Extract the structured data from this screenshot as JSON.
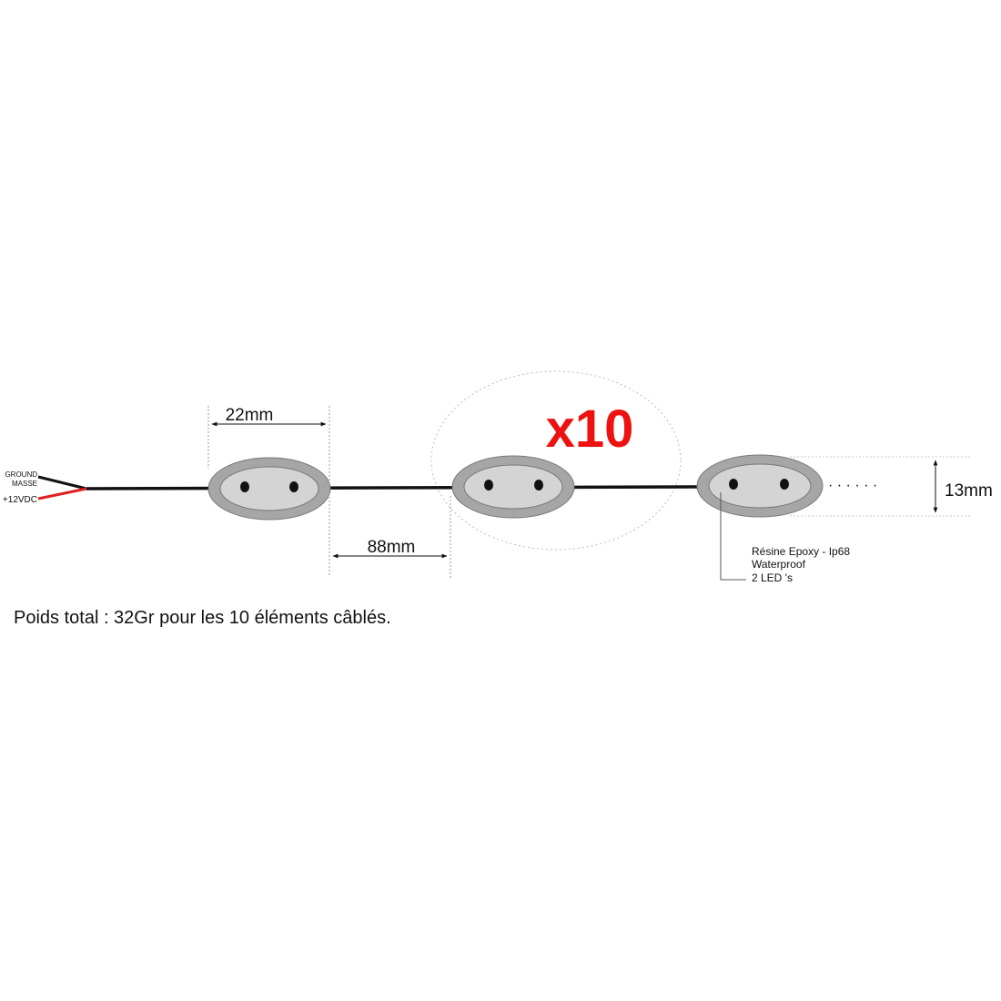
{
  "wires": {
    "ground_label": "GROUND",
    "masse_label": "MASSE",
    "power_label": "+12VDC",
    "ground_color": "#111111",
    "power_color": "#e02020"
  },
  "dimensions": {
    "module_length": "22mm",
    "spacing": "88mm",
    "module_height": "13mm"
  },
  "multiplier": {
    "label": "x10",
    "color": "#ee1111"
  },
  "module": {
    "count_shown": 3,
    "leds_per_module": 2,
    "body_color": "#a6a6a6",
    "face_color": "#d4d4d4",
    "led_color": "#111111"
  },
  "continuation": "· · · · · ·",
  "annotation": {
    "line1": "Résine Epoxy - Ip68",
    "line2": "Waterproof",
    "line3": "2 LED 's"
  },
  "footer": {
    "text": "Poids total : 32Gr pour les 10 éléments câblés."
  }
}
